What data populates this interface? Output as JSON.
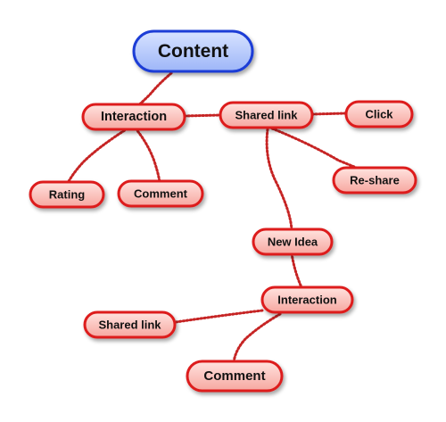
{
  "colors": {
    "root_fill_top": "#d7e2ff",
    "root_fill_bottom": "#9db5f8",
    "root_stroke": "#1f3ed6",
    "node_fill_top": "#ffe3df",
    "node_fill_bottom": "#f6a7a0",
    "node_stroke": "#dd1f1f",
    "connector": "#c62424"
  },
  "nodes": {
    "content": "Content",
    "interaction_top": "Interaction",
    "shared_link_top": "Shared link",
    "click": "Click",
    "rating": "Rating",
    "comment_top": "Comment",
    "re_share": "Re-share",
    "new_idea": "New Idea",
    "interaction_bottom": "Interaction",
    "shared_link_bottom": "Shared link",
    "comment_bottom": "Comment"
  }
}
